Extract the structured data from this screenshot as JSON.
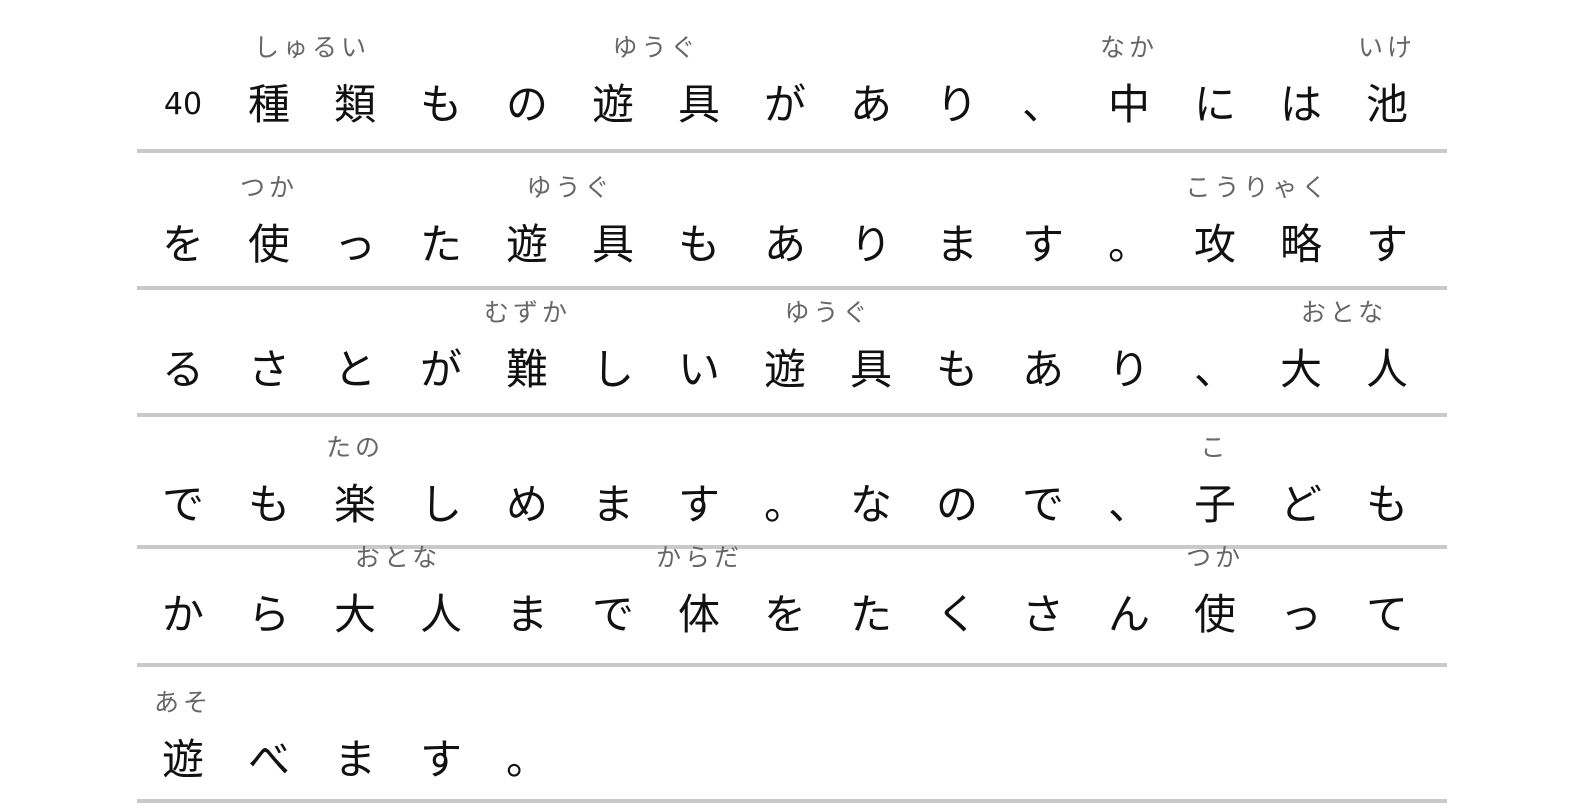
{
  "lines": [
    [
      {
        "t": "40"
      },
      {
        "t": "種類",
        "r": "しゅるい"
      },
      {
        "t": "も"
      },
      {
        "t": "の"
      },
      {
        "t": "遊具",
        "r": "ゆうぐ"
      },
      {
        "t": "が"
      },
      {
        "t": "あ"
      },
      {
        "t": "り"
      },
      {
        "t": "、"
      },
      {
        "t": "中",
        "r": "なか"
      },
      {
        "t": "に"
      },
      {
        "t": "は"
      },
      {
        "t": "池",
        "r": "いけ"
      }
    ],
    [
      {
        "t": "を"
      },
      {
        "t": "使",
        "r": "つか"
      },
      {
        "t": "っ"
      },
      {
        "t": "た"
      },
      {
        "t": "遊具",
        "r": "ゆうぐ"
      },
      {
        "t": "も"
      },
      {
        "t": "あ"
      },
      {
        "t": "り"
      },
      {
        "t": "ま"
      },
      {
        "t": "す"
      },
      {
        "t": "。"
      },
      {
        "t": "攻略",
        "r": "こうりゃく"
      },
      {
        "t": "す"
      }
    ],
    [
      {
        "t": "る"
      },
      {
        "t": "さ"
      },
      {
        "t": "と"
      },
      {
        "t": "が"
      },
      {
        "t": "難",
        "r": "むずか"
      },
      {
        "t": "し"
      },
      {
        "t": "い"
      },
      {
        "t": "遊具",
        "r": "ゆうぐ"
      },
      {
        "t": "も"
      },
      {
        "t": "あ"
      },
      {
        "t": "り"
      },
      {
        "t": "、"
      },
      {
        "t": "大人",
        "r": "おとな"
      }
    ],
    [
      {
        "t": "で"
      },
      {
        "t": "も"
      },
      {
        "t": "楽",
        "r": "たの"
      },
      {
        "t": "し"
      },
      {
        "t": "め"
      },
      {
        "t": "ま"
      },
      {
        "t": "す"
      },
      {
        "t": "。"
      },
      {
        "t": "な"
      },
      {
        "t": "の"
      },
      {
        "t": "で"
      },
      {
        "t": "、"
      },
      {
        "t": "子",
        "r": "こ"
      },
      {
        "t": "ど"
      },
      {
        "t": "も"
      }
    ],
    [
      {
        "t": "か"
      },
      {
        "t": "ら"
      },
      {
        "t": "大人",
        "r": "おとな"
      },
      {
        "t": "ま"
      },
      {
        "t": "で"
      },
      {
        "t": "体",
        "r": "からだ"
      },
      {
        "t": "を"
      },
      {
        "t": "た"
      },
      {
        "t": "く"
      },
      {
        "t": "さ"
      },
      {
        "t": "ん"
      },
      {
        "t": "使",
        "r": "つか"
      },
      {
        "t": "っ"
      },
      {
        "t": "て"
      }
    ],
    [
      {
        "t": "遊",
        "r": "あそ"
      },
      {
        "t": "べ"
      },
      {
        "t": "ま"
      },
      {
        "t": "す"
      },
      {
        "t": "。"
      }
    ]
  ]
}
